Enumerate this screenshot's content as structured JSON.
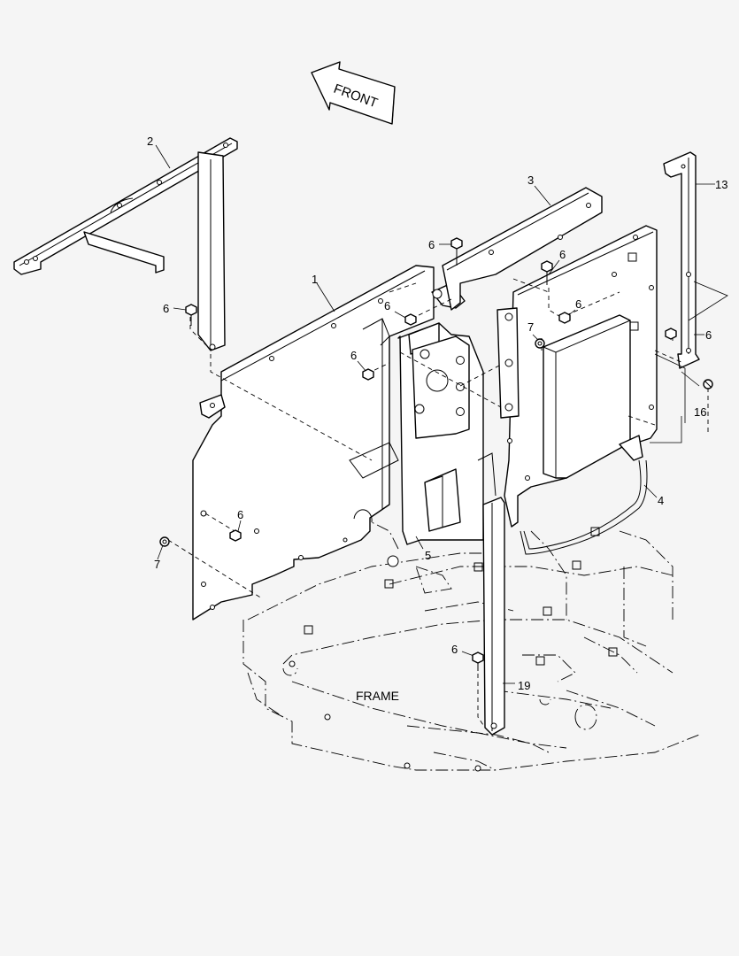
{
  "front_label": "FRONT",
  "frame_label": "FRAME",
  "callouts": [
    {
      "key": "c2",
      "label": "2"
    },
    {
      "key": "c3",
      "label": "3"
    },
    {
      "key": "c13",
      "label": "13"
    },
    {
      "key": "c1",
      "label": "1"
    },
    {
      "key": "c6a",
      "label": "6"
    },
    {
      "key": "c6b",
      "label": "6"
    },
    {
      "key": "c6c",
      "label": "6"
    },
    {
      "key": "c6d",
      "label": "6"
    },
    {
      "key": "c6e",
      "label": "6"
    },
    {
      "key": "c6f",
      "label": "6"
    },
    {
      "key": "c6g",
      "label": "6"
    },
    {
      "key": "c6h",
      "label": "6"
    },
    {
      "key": "c6i",
      "label": "6"
    },
    {
      "key": "c7a",
      "label": "7"
    },
    {
      "key": "c7b",
      "label": "7"
    },
    {
      "key": "c16",
      "label": "16"
    },
    {
      "key": "c4",
      "label": "4"
    },
    {
      "key": "c5",
      "label": "5"
    },
    {
      "key": "c19",
      "label": "19"
    }
  ]
}
